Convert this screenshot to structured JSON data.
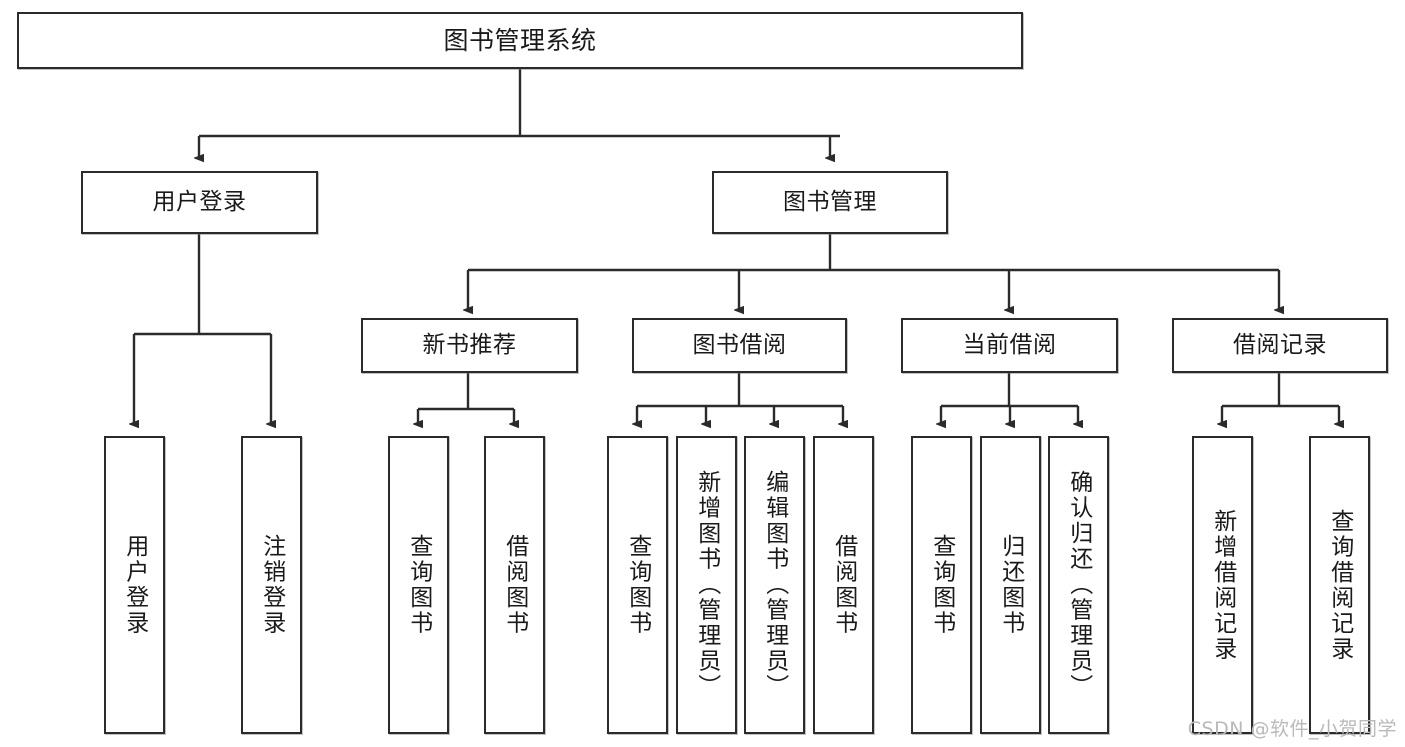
{
  "diagram": {
    "title": "图书管理系统",
    "type": "tree-hierarchy",
    "orientation": "top-down",
    "root": {
      "label": "图书管理系统"
    },
    "level2": [
      {
        "id": "user-login",
        "label": "用户登录"
      },
      {
        "id": "book-manage",
        "label": "图书管理"
      }
    ],
    "level3": [
      {
        "id": "new-book-recommend",
        "label": "新书推荐",
        "parent": "book-manage"
      },
      {
        "id": "book-borrow",
        "label": "图书借阅",
        "parent": "book-manage"
      },
      {
        "id": "current-borrow",
        "label": "当前借阅",
        "parent": "book-manage"
      },
      {
        "id": "borrow-record",
        "label": "借阅记录",
        "parent": "book-manage"
      }
    ],
    "leaves": [
      {
        "id": "leaf-user-login",
        "label": "用户登录",
        "parent": "user-login"
      },
      {
        "id": "leaf-logout-login",
        "label": "注销登录",
        "parent": "user-login"
      },
      {
        "id": "leaf-query-book-1",
        "label": "查询图书",
        "parent": "new-book-recommend"
      },
      {
        "id": "leaf-borrow-book-1",
        "label": "借阅图书",
        "parent": "new-book-recommend"
      },
      {
        "id": "leaf-query-book-2",
        "label": "查询图书",
        "parent": "book-borrow"
      },
      {
        "id": "leaf-add-book",
        "label": "新增图书（管理员）",
        "parent": "book-borrow"
      },
      {
        "id": "leaf-edit-book",
        "label": "编辑图书（管理员）",
        "parent": "book-borrow"
      },
      {
        "id": "leaf-borrow-book-2",
        "label": "借阅图书",
        "parent": "book-borrow"
      },
      {
        "id": "leaf-query-book-3",
        "label": "查询图书",
        "parent": "current-borrow"
      },
      {
        "id": "leaf-return-book",
        "label": "归还图书",
        "parent": "current-borrow"
      },
      {
        "id": "leaf-confirm-return",
        "label": "确认归还（管理员）",
        "parent": "current-borrow"
      },
      {
        "id": "leaf-add-record",
        "label": "新增借阅记录",
        "parent": "borrow-record"
      },
      {
        "id": "leaf-query-record",
        "label": "查询借阅记录",
        "parent": "borrow-record"
      }
    ]
  },
  "watermark": {
    "text": "CSDN @软件_小贺同学"
  },
  "colors": {
    "stroke": "#2b2b2b",
    "fill": "#ffffff",
    "text": "#1a1a1a",
    "watermark": "#b9b9b9"
  }
}
